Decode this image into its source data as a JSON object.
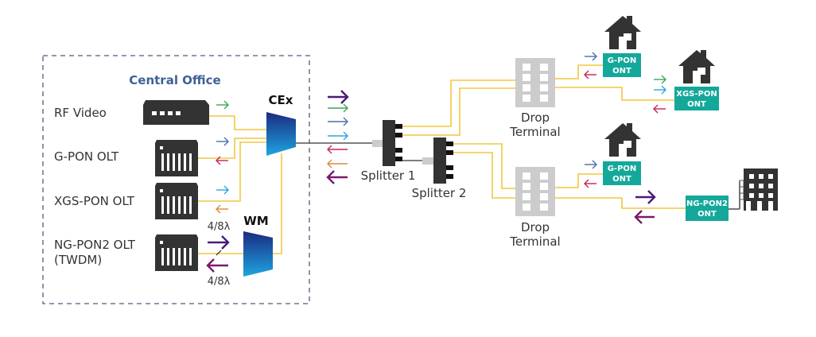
{
  "central_office": {
    "title": "Central Office",
    "sources": [
      {
        "label": "RF Video",
        "device": "rf-video-transmitter"
      },
      {
        "label": "G-PON OLT",
        "device": "olt"
      },
      {
        "label": "XGS-PON OLT",
        "device": "olt"
      },
      {
        "label": "NG-PON2 OLT",
        "sublabel": "(TWDM)",
        "device": "olt"
      }
    ],
    "cex_label": "CEx",
    "wm_label": "WM",
    "wavelength_top": "4/8λ",
    "wavelength_bottom": "4/8λ"
  },
  "splitters": [
    {
      "label": "Splitter 1"
    },
    {
      "label": "Splitter 2"
    }
  ],
  "drop_terminals": [
    {
      "label_line1": "Drop",
      "label_line2": "Terminal"
    },
    {
      "label_line1": "Drop",
      "label_line2": "Terminal"
    }
  ],
  "onts": [
    {
      "line1": "G-PON",
      "line2": "ONT",
      "premise": "house"
    },
    {
      "line1": "XGS-PON",
      "line2": "ONT",
      "premise": "house"
    },
    {
      "line1": "G-PON",
      "line2": "ONT",
      "premise": "house"
    },
    {
      "line1": "NG-PON2",
      "line2": "ONT",
      "premise": "building"
    }
  ],
  "colors": {
    "rf_video": "#3aa655",
    "gpon_down": "#4a6fa5",
    "gpon_up": "#c8234f",
    "xgs_down": "#2aa7d8",
    "xgs_up": "#d98b3a",
    "ngpon2_down": "#4a1a7a",
    "ngpon2_up": "#7a1a6a",
    "fiber": "#f2c740",
    "ont_fill": "#14a89a",
    "title": "#3d6296"
  }
}
